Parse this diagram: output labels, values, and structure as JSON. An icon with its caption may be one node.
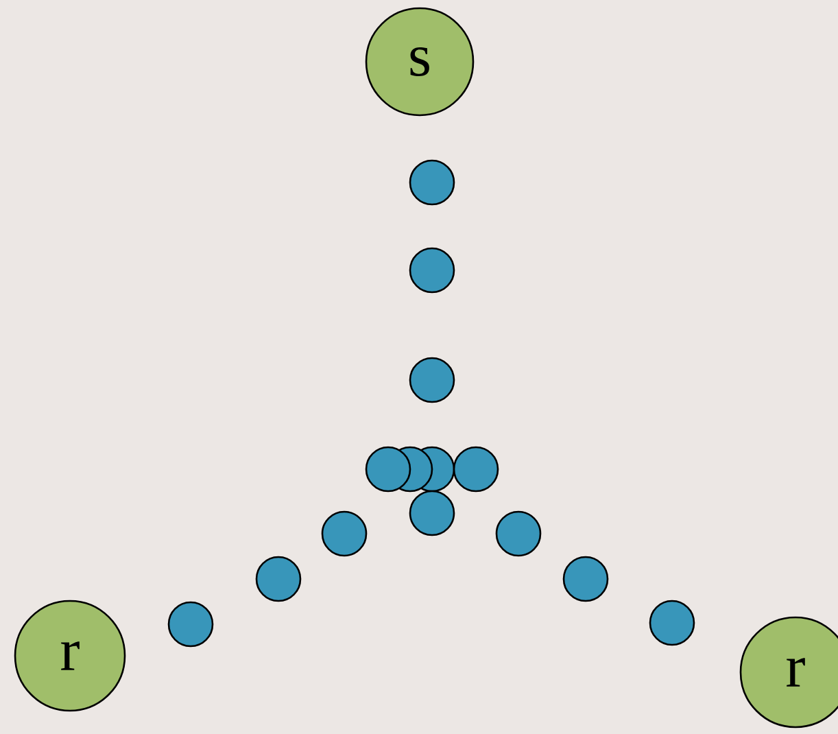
{
  "diagram": {
    "nodes": [
      {
        "text": [
          "s"
        ]
      },
      {
        "text": [],
        "shape": "circle"
      },
      {
        "text": [],
        "shape": "circle"
      },
      {
        "text": [],
        "shape": "circle"
      },
      {
        "text": [],
        "shape": "circle"
      },
      {
        "text": [],
        "shape": "circle"
      },
      {
        "text": [],
        "shape": "circle"
      },
      {
        "text": [],
        "shape": "circle"
      },
      {
        "text": [],
        "shape": "circle"
      },
      {
        "text": [],
        "shape": "circle"
      },
      {
        "text": [],
        "shape": "circle"
      },
      {
        "text": [],
        "shape": "circle"
      },
      {
        "text": [],
        "shape": "circle"
      },
      {
        "text": [],
        "shape": "circle"
      },
      {
        "text": [],
        "shape": "circle"
      },
      {
        "text": [
          "r"
        ]
      },
      {
        "text": [
          "r"
        ]
      }
    ]
  }
}
